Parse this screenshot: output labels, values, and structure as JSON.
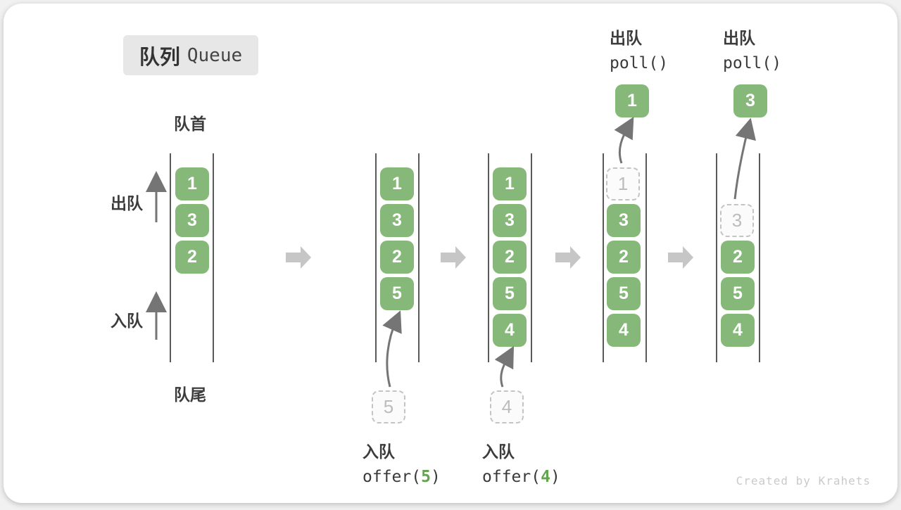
{
  "title": {
    "zh": "队列",
    "en": "Queue"
  },
  "labels": {
    "front": "队首",
    "rear": "队尾",
    "dequeue": "出队",
    "enqueue": "入队"
  },
  "operations": {
    "enqueue5": {
      "name": "入队",
      "code_pre": "offer(",
      "arg": "5",
      "code_post": ")"
    },
    "enqueue4": {
      "name": "入队",
      "code_pre": "offer(",
      "arg": "4",
      "code_post": ")"
    },
    "poll1": {
      "name": "出队",
      "code": "poll()"
    },
    "poll2": {
      "name": "出队",
      "code": "poll()"
    }
  },
  "states": [
    {
      "boxes": [
        {
          "value": "1"
        },
        {
          "value": "3"
        },
        {
          "value": "2"
        }
      ]
    },
    {
      "boxes": [
        {
          "value": "1"
        },
        {
          "value": "3"
        },
        {
          "value": "2"
        },
        {
          "value": "5"
        }
      ],
      "incoming": "5"
    },
    {
      "boxes": [
        {
          "value": "1"
        },
        {
          "value": "3"
        },
        {
          "value": "2"
        },
        {
          "value": "5"
        },
        {
          "value": "4"
        }
      ],
      "incoming": "4"
    },
    {
      "removed": "1",
      "boxes": [
        {
          "value": "3"
        },
        {
          "value": "2"
        },
        {
          "value": "5"
        },
        {
          "value": "4"
        }
      ],
      "outgoing": "1"
    },
    {
      "removed": "3",
      "boxes": [
        {
          "value": "2"
        },
        {
          "value": "5"
        },
        {
          "value": "4"
        }
      ],
      "outgoing": "3"
    }
  ],
  "watermark": "Created by Krahets",
  "colors": {
    "box_green": "#86b87a",
    "accent_green": "#64a34f",
    "dashed_gray": "#c4c4c4",
    "block_arrow_gray": "#c6c6c6",
    "line_dark": "#595959",
    "title_bg": "#e7e7e7"
  }
}
